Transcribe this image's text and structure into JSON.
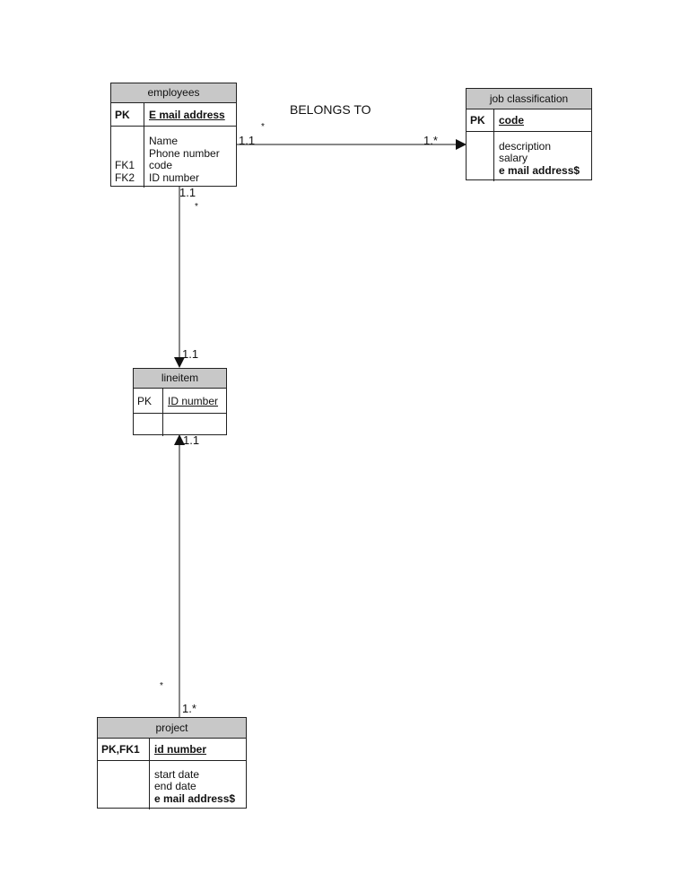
{
  "relationship_label": "BELONGS TO",
  "entities": {
    "employees": {
      "title": "employees",
      "pk_key": "PK",
      "pk_attr": "E mail address",
      "keys": [
        "",
        "",
        "FK1",
        "FK2"
      ],
      "attrs": [
        "Name",
        "Phone number",
        "code",
        "ID number"
      ]
    },
    "job_classification": {
      "title": "job classification",
      "pk_key": "PK",
      "pk_attr": "code",
      "attrs": [
        "description",
        "salary",
        "e mail address$"
      ]
    },
    "lineitem": {
      "title": "lineitem",
      "pk_key": "PK",
      "pk_attr": "ID number"
    },
    "project": {
      "title": "project",
      "pk_key": "PK,FK1",
      "pk_attr": "id number",
      "attrs": [
        "start date",
        "end date",
        "e mail address$"
      ]
    }
  },
  "multiplicities": {
    "emp_job_left": "1.1",
    "emp_job_right": "1.*",
    "emp_line_top": "1.1",
    "emp_line_bottom": "1.1",
    "line_proj_top": "1.1",
    "line_proj_bottom": "1.*",
    "star": "*"
  }
}
